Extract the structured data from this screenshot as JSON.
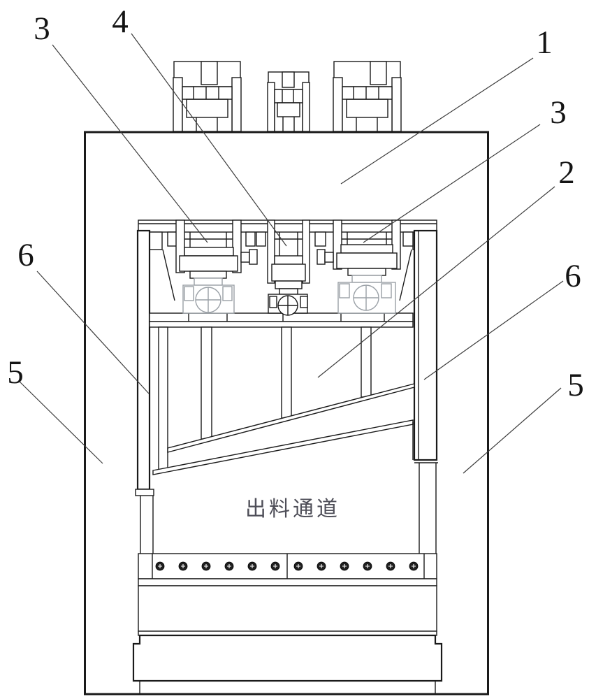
{
  "figure": {
    "type": "patent-technical-drawing",
    "colors": {
      "background": "#ffffff",
      "line": "#1a1a1a",
      "gray_component": "#9aa0a6",
      "callout_text": "#141414",
      "annotation_text": "#4e4e58"
    },
    "callouts": {
      "top_left_3": "3",
      "top_4": "4",
      "right_1": "1",
      "right_3": "3",
      "right_2": "2",
      "left_6": "6",
      "left_5": "5",
      "right_6": "6",
      "right_5": "5"
    },
    "annotations": {
      "discharge_channel": "出料通道"
    }
  }
}
